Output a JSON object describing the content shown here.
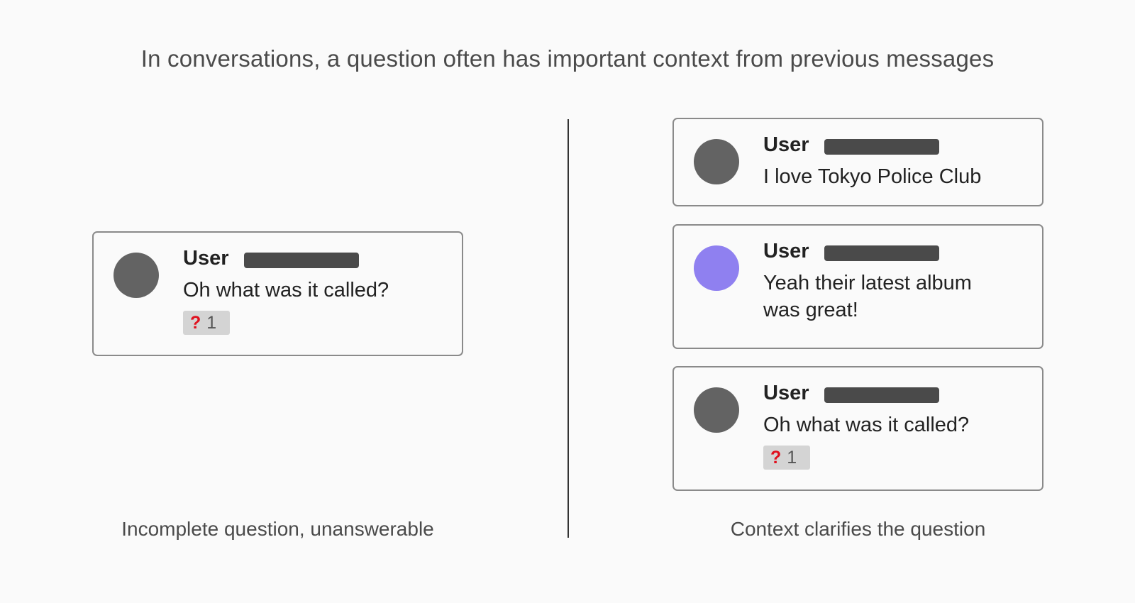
{
  "title": "In conversations, a question often has important context from previous messages",
  "left_panel": {
    "caption": "Incomplete question, unanswerable",
    "message": {
      "username": "User",
      "text": "Oh what was it called?",
      "reaction": {
        "icon": "question-mark",
        "symbol": "?",
        "count": "1"
      }
    }
  },
  "right_panel": {
    "caption": "Context clarifies the question",
    "messages": [
      {
        "username": "User",
        "text": "I love Tokyo Police Club",
        "avatar_color": "#636363"
      },
      {
        "username": "User",
        "text": "Yeah their latest album was great!",
        "avatar_color": "#8f80f0"
      },
      {
        "username": "User",
        "text": "Oh what was it called?",
        "avatar_color": "#636363",
        "reaction": {
          "icon": "question-mark",
          "symbol": "?",
          "count": "1"
        }
      }
    ]
  },
  "colors": {
    "reaction_question": "#e0101e",
    "accent_avatar": "#8f80f0",
    "default_avatar": "#636363"
  }
}
